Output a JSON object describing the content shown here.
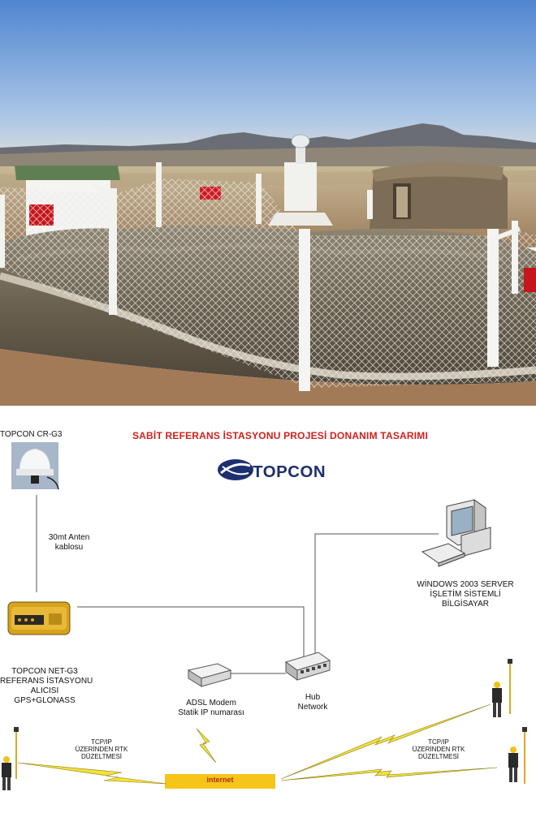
{
  "diagram": {
    "title": "SABİT REFERANS İSTASYONU PROJESİ DONANIM TASARIMI",
    "logo": "TOPCON",
    "colors": {
      "title": "#d4201c",
      "logo": "#1d2f6f",
      "lightning": "#f2e23a",
      "internet_bar": "#f5c518",
      "lines": "#555555"
    },
    "nodes": {
      "antenna": {
        "label": "TOPCON CR-G3",
        "icon": "gnss-antenna-icon"
      },
      "cable": {
        "line1": "30mt Anten",
        "line2": "kablosu"
      },
      "receiver": {
        "line1": "TOPCON NET-G3",
        "line2": "REFERANS İSTASYONU",
        "line3": "ALICISI",
        "line4": "GPS+GLONASS",
        "icon": "gnss-receiver-icon"
      },
      "server": {
        "line1": "WİNDOWS 2003 SERVER",
        "line2": "İŞLETİM SİSTEMLİ",
        "line3": "BİLGİSAYAR",
        "icon": "computer-icon"
      },
      "modem": {
        "line1": "ADSL Modem",
        "line2": "Statik IP numarası",
        "icon": "modem-icon"
      },
      "hub": {
        "line1": "Hub",
        "line2": "Network",
        "icon": "hub-icon"
      },
      "internet": {
        "label": "internet"
      },
      "rtk_left": {
        "line1": "TCP/IP",
        "line2": "ÜZERİNDEN RTK",
        "line3": "DÜZELTMESİ"
      },
      "rtk_right": {
        "line1": "TCP/IP",
        "line2": "ÜZERİNDEN RTK",
        "line3": "DÜZELTMESİ"
      }
    }
  }
}
